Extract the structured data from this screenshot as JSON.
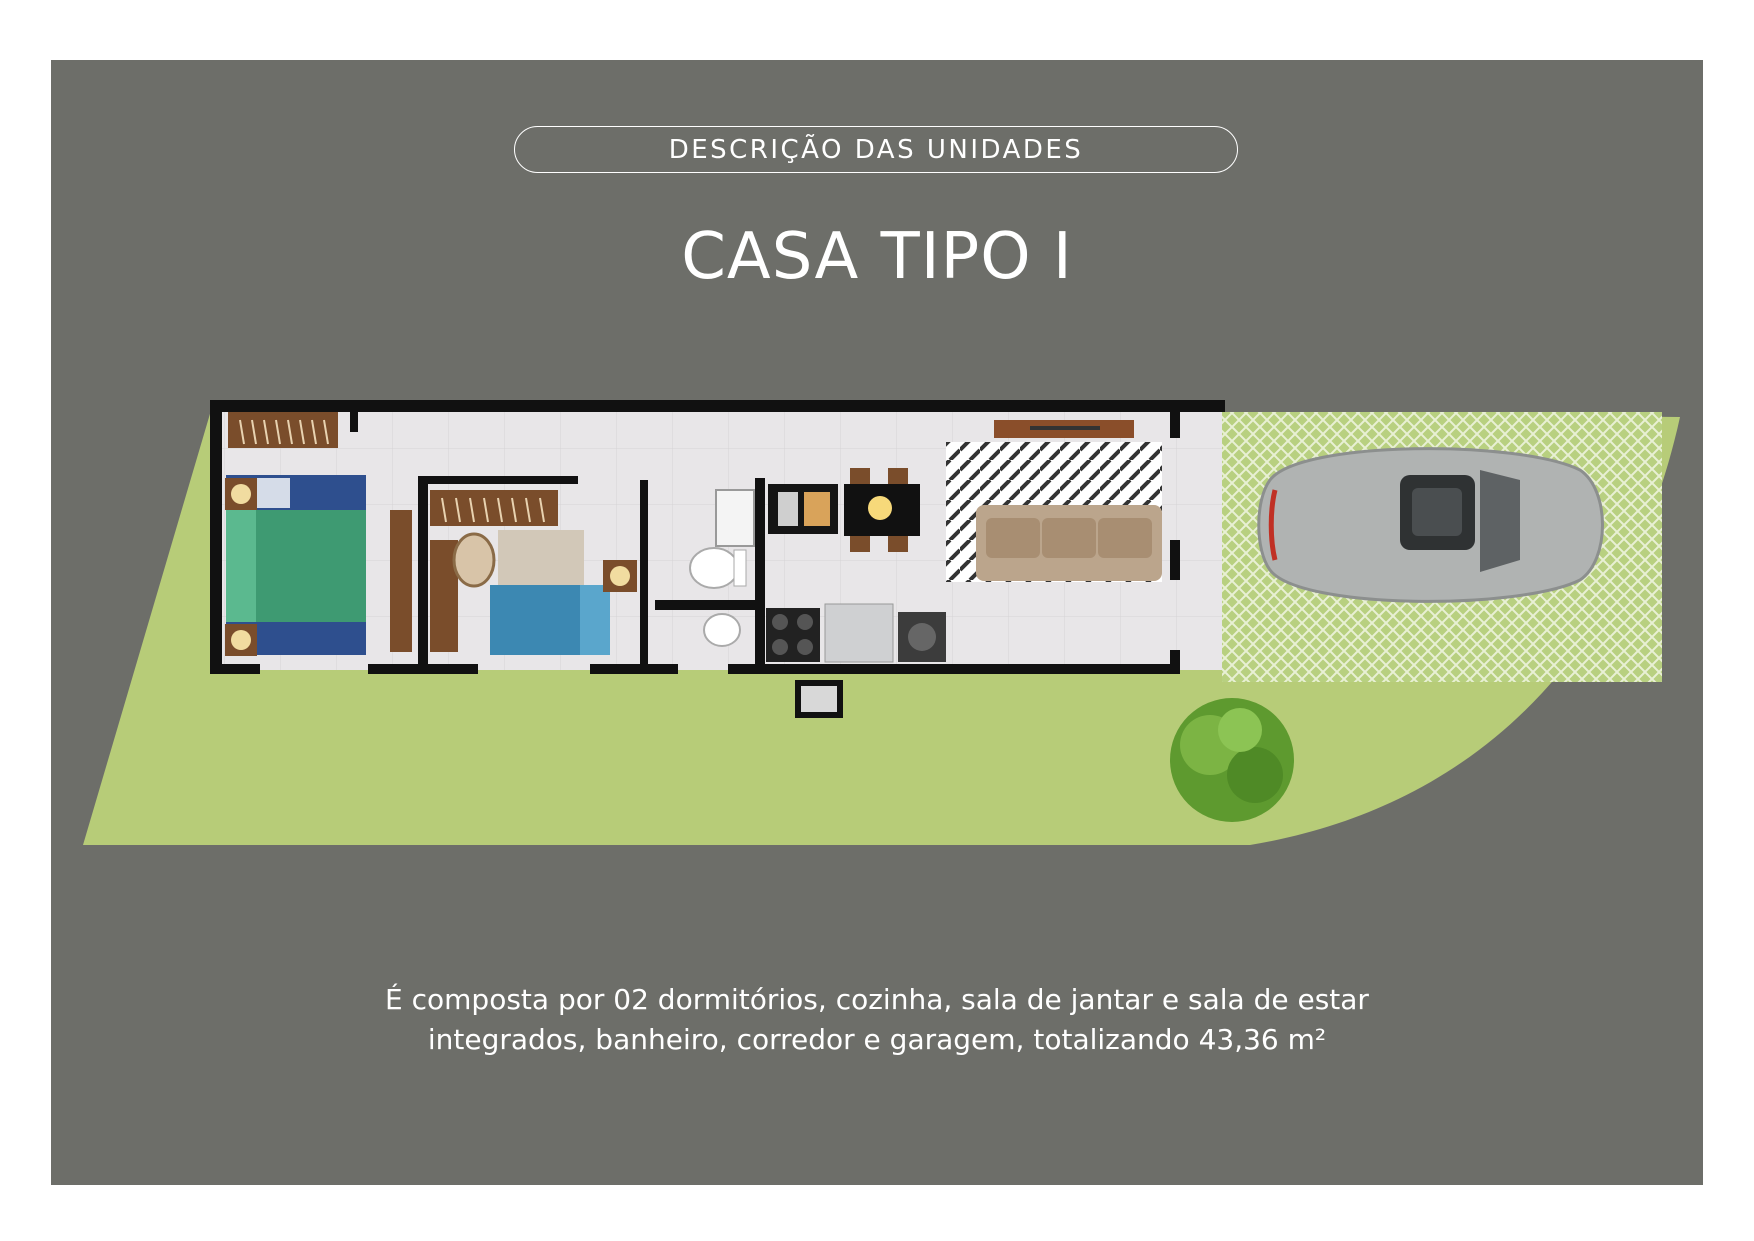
{
  "header": {
    "section_label": "DESCRIÇÃO DAS UNIDADES",
    "title": "CASA TIPO I"
  },
  "description": {
    "line1": "É composta por 02 dormitórios, cozinha, sala de jantar e sala de estar",
    "line2": "integrados, banheiro, corredor e garagem, totalizando 43,36 m²"
  },
  "colors": {
    "panel": "#6d6e69",
    "lawn": "#b7cc78",
    "garage": "#c9dc9a",
    "floor": "#e6e4e6",
    "wall": "#111111",
    "bed1": "#3e9a72",
    "bed2": "#3c88b2",
    "sofa": "#bba58c",
    "wood": "#7a4d2b"
  },
  "icons": [
    "bed-icon",
    "sofa-icon",
    "car-icon",
    "tree-icon",
    "dining-table-icon",
    "stove-icon",
    "toilet-icon",
    "sink-icon",
    "washing-machine-icon",
    "wardrobe-icon",
    "desk-icon",
    "rug-icon"
  ]
}
